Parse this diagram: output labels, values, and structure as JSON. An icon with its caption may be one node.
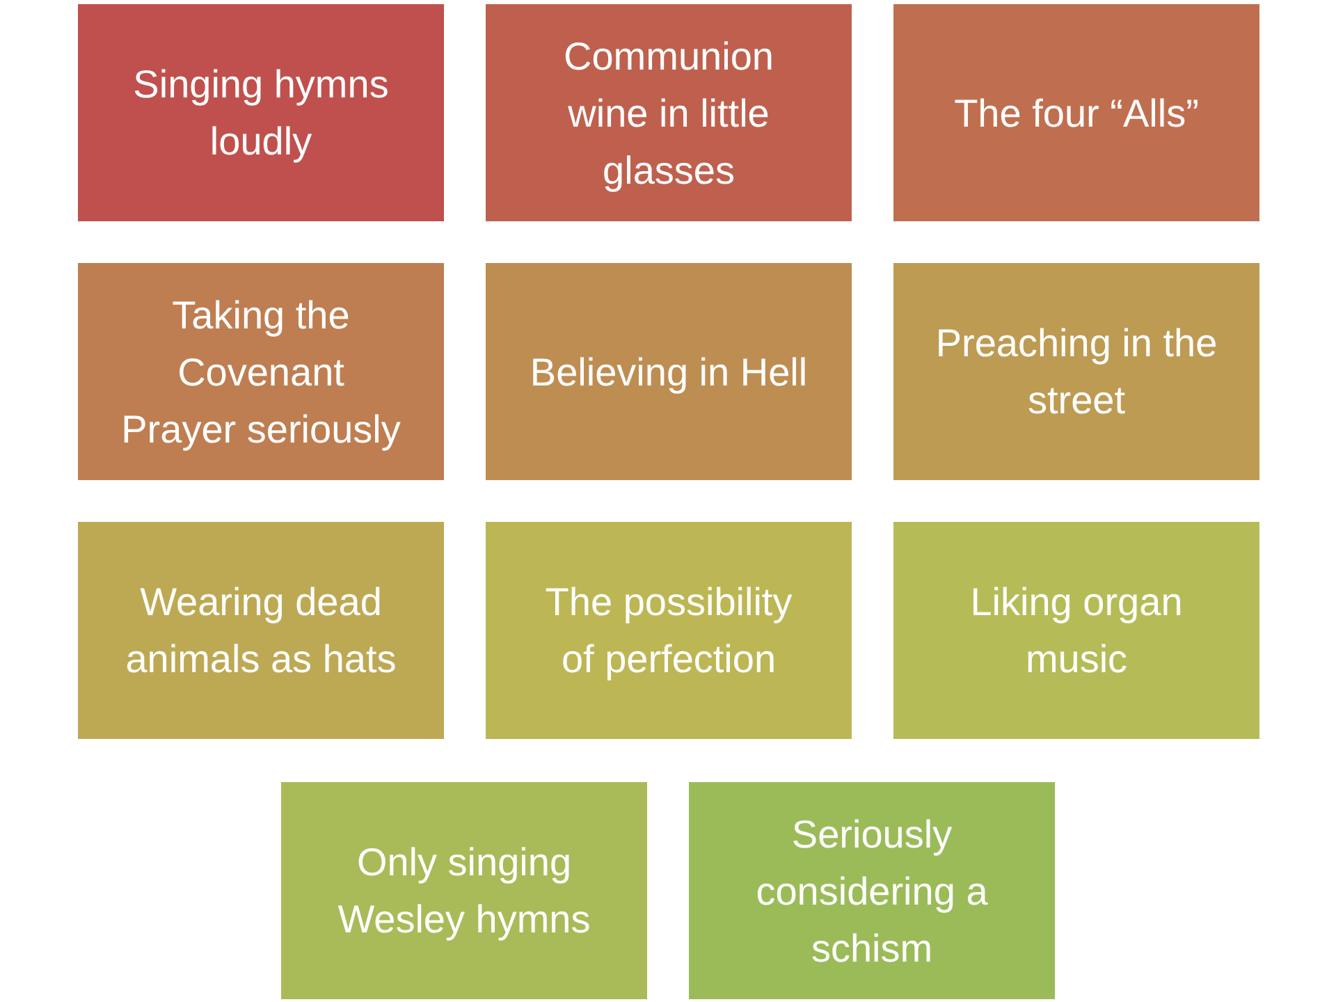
{
  "diagram": {
    "nodes": [
      {
        "text": [
          "Singing hymns loudly"
        ]
      },
      {
        "text": [
          "Communion wine in little glasses"
        ]
      },
      {
        "text": [
          "The four “Alls”"
        ]
      },
      {
        "text": [
          "Taking the Covenant Prayer seriously"
        ]
      },
      {
        "text": [
          "Believing in Hell"
        ]
      },
      {
        "text": [
          "Preaching in the street"
        ]
      },
      {
        "text": [
          "Wearing dead animals as hats"
        ]
      },
      {
        "text": [
          "The possibility of perfection"
        ]
      },
      {
        "text": [
          "Liking organ music"
        ]
      },
      {
        "text": [
          "Only singing Wesley hymns"
        ]
      },
      {
        "text": [
          "Seriously considering a schism"
        ]
      }
    ]
  }
}
